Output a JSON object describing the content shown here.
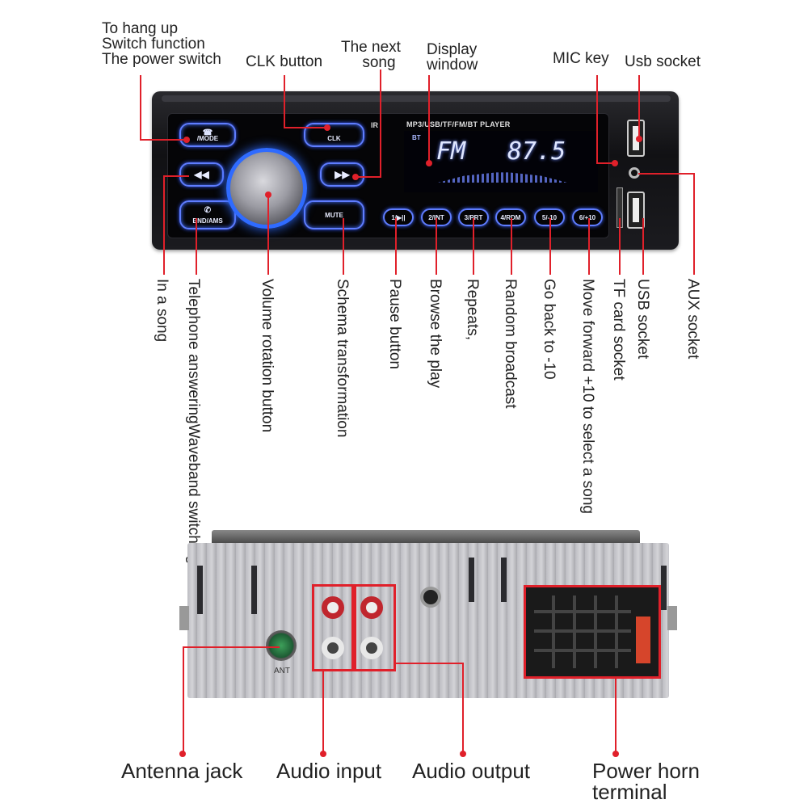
{
  "top_labels": {
    "hang_up": [
      "To hang up",
      "Switch function",
      "The power switch"
    ],
    "clk": "CLK button",
    "next_song": [
      "The next",
      "song"
    ],
    "display": [
      "Display",
      "window"
    ],
    "mic": "MIC key",
    "usb": "Usb socket"
  },
  "vertical_labels": {
    "in_song": "In a song",
    "telephone": [
      "Telephone answering",
      "Waveband switching"
    ],
    "volume": "Volume rotation button",
    "schema": "Schema transformation",
    "pause": "Pause button",
    "browse": "Browse the play",
    "repeats": "Repeats,",
    "random": "Random broadcast",
    "back10": "Go back to -10",
    "forward10": "Move forward +10 to select a song",
    "tf": "TF card socket",
    "usb": "USB socket",
    "aux": "AUX socket"
  },
  "front_panel": {
    "header": "MP3/USB/TF/FM/BT  PLAYER",
    "ir": "IR",
    "bt": "BT",
    "band": "FM",
    "freq": "87.5",
    "btn_mode": "/MODE",
    "btn_clk": "CLK",
    "btn_bnd": "BND/AMS",
    "btn_mute": "MUTE",
    "presets": [
      "1/▶||",
      "2/INT",
      "3/PRT",
      "4/RDM",
      "5/-10",
      "6/+10"
    ]
  },
  "rear_panel": {
    "ant": "ANT"
  },
  "bottom_labels": {
    "antenna": "Antenna jack",
    "audio_in": "Audio input",
    "audio_out": "Audio output",
    "power": [
      "Power horn",
      "terminal"
    ]
  },
  "colors": {
    "callout": "#e0202a",
    "button_glow": "#5f7dff"
  }
}
